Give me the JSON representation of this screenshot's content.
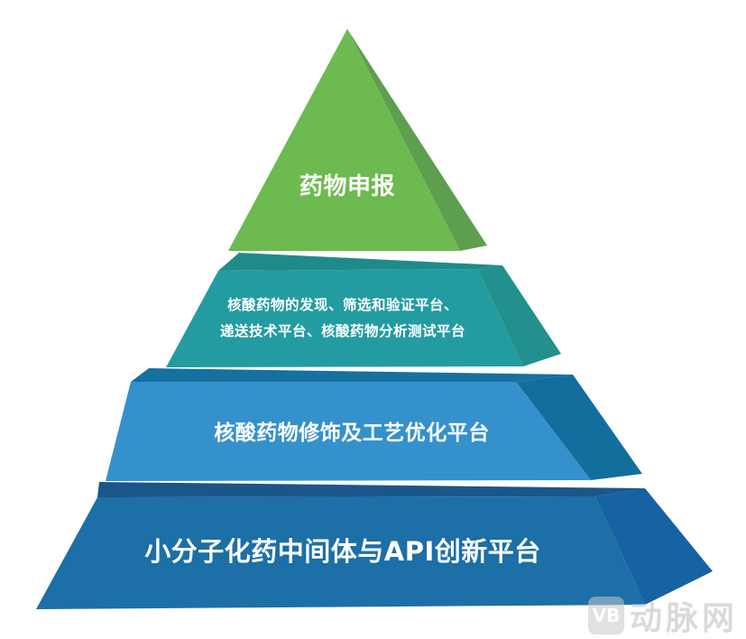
{
  "diagram": {
    "type": "pyramid",
    "tiers": [
      {
        "level": 1,
        "label": "药物申报",
        "color_front": "#6DBA50",
        "color_side": "#5E9E4F"
      },
      {
        "level": 2,
        "label_line1": "核酸药物的发现、筛选和验证平台、",
        "label_line2": "递送技术平台、核酸药物分析测试平台",
        "color_front": "#239CA1",
        "color_top": "#1F8A8A",
        "color_side": "#21908F"
      },
      {
        "level": 3,
        "label": "核酸药物修饰及工艺优化平台",
        "color_front": "#3591CC",
        "color_top": "#1670A0",
        "color_side": "#136E9E"
      },
      {
        "level": 4,
        "label": "小分子化药中间体与API创新平台",
        "color_front": "#1C6FA7",
        "color_top": "#1B5689",
        "color_side": "#1762A2"
      }
    ]
  },
  "watermark": {
    "logo_text": "VB",
    "text": "动脉网"
  }
}
